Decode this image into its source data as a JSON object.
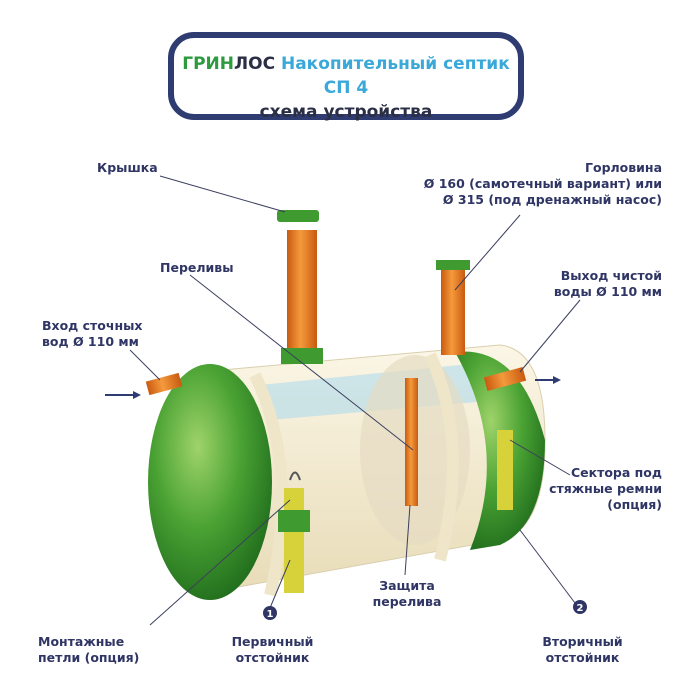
{
  "header": {
    "brand_green": "ГРИН",
    "brand_dark": "ЛОС",
    "product": "Накопительный септик СП 4",
    "subtitle": "схема устройства"
  },
  "labels": {
    "lid": "Крышка",
    "neck_line1": "Горловина",
    "neck_line2": "Ø 160 (самотечный вариант) или",
    "neck_line3": "Ø 315 (под дренажный насос)",
    "overflows": "Переливы",
    "outlet_line1": "Выход чистой",
    "outlet_line2": "воды Ø 110 мм",
    "inlet_line1": "Вход сточных",
    "inlet_line2": "вод Ø 110 мм",
    "sectors_line1": "Сектора под",
    "sectors_line2": "стяжные ремни",
    "sectors_line3": "(опция)",
    "overflow_guard_line1": "Защита",
    "overflow_guard_line2": "перелива",
    "loops_line1": "Монтажные",
    "loops_line2": "петли (опция)",
    "primary_num": "1",
    "primary_line1": "Первичный",
    "primary_line2": "отстойник",
    "secondary_num": "2",
    "secondary_line1": "Вторичный",
    "secondary_line2": "отстойник"
  },
  "colors": {
    "green": "#3f9a2f",
    "orange": "#e8741a",
    "navy": "#2f3c72",
    "cream": "#f3ecd6"
  }
}
